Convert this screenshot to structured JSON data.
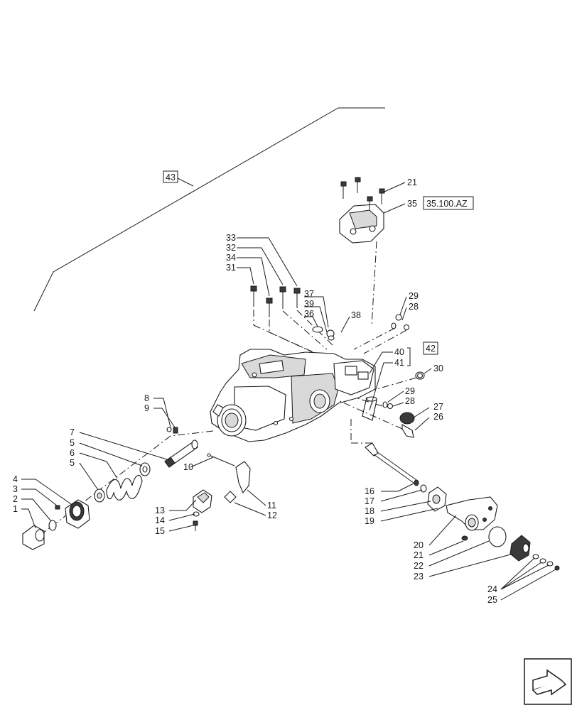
{
  "callouts": {
    "n1": "1",
    "n2": "2",
    "n3": "3",
    "n4": "4",
    "n5a": "5",
    "n5b": "5",
    "n6": "6",
    "n7": "7",
    "n8": "8",
    "n9": "9",
    "n10": "10",
    "n11": "11",
    "n12": "12",
    "n13": "13",
    "n14": "14",
    "n15": "15",
    "n16": "16",
    "n17": "17",
    "n18": "18",
    "n19": "19",
    "n20": "20",
    "n21a": "21",
    "n21b": "21",
    "n22": "22",
    "n23": "23",
    "n24": "24",
    "n25": "25",
    "n26": "26",
    "n27": "27",
    "n28a": "28",
    "n28b": "28",
    "n29a": "29",
    "n29b": "29",
    "n30": "30",
    "n31": "31",
    "n32": "32",
    "n33": "33",
    "n34": "34",
    "n35": "35",
    "n36": "36",
    "n37": "37",
    "n38": "38",
    "n39": "39",
    "n40": "40",
    "n41": "41"
  },
  "references": {
    "r43": "43",
    "r42": "42",
    "r35": "35.100.AZ"
  },
  "icons": {
    "nav": "next-page-arrow-icon"
  }
}
